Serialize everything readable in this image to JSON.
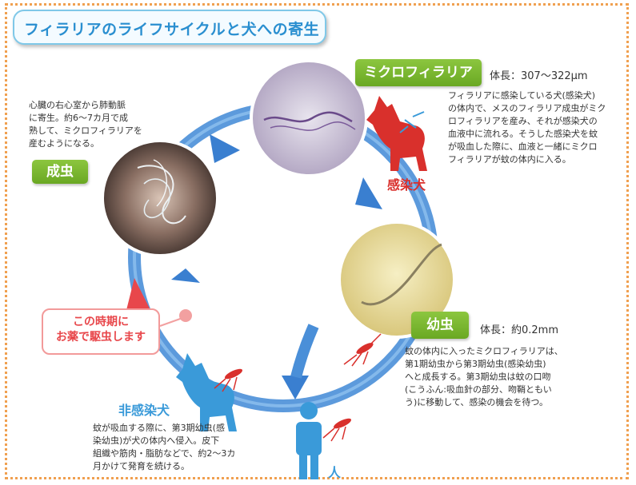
{
  "title": "フィラリアのライフサイクルと犬への寄生",
  "adult": {
    "label": "成虫",
    "description": "心臓の右心室から肺動脈\nに寄生。約6〜7カ月で成\n熟して、ミクロフィラリアを\n産むようになる。"
  },
  "microfilaria": {
    "label": "ミクロフィラリア",
    "body_length": "体長：307〜322μm",
    "description": "フィラリアに感染している犬(感染犬)\nの体内で、メスのフィラリア成虫がミク\nロフィラリアを産み、それが感染犬の\n血液中に流れる。そうした感染犬を蚊\nが吸血した際に、血液と一緒にミクロ\nフィラリアが蚊の体内に入る。"
  },
  "infected_dog": {
    "label": "感染犬"
  },
  "larva": {
    "label": "幼虫",
    "body_length": "体長：約0.2mm",
    "description": "蚊の体内に入ったミクロフィラリアは、\n第1期幼虫から第3期幼虫(感染幼虫)\nへと成長する。第3期幼虫は蚊の口吻\n(こうふん:吸血針の部分、吻鞘ともい\nう)に移動して、感染の機会を待つ。"
  },
  "uninfected_dog": {
    "label": "非感染犬",
    "description": "蚊が吸血する際に、第3期幼虫(感\n染幼虫)が犬の体内へ侵入。皮下\n組織や筋肉・脂肪などで、約2〜3カ\n月かけて発育を続ける。"
  },
  "human": {
    "label": "人"
  },
  "alert": {
    "text": "この時期に\nお薬で駆虫します"
  },
  "colors": {
    "cycle_ring": "#4a8fd8",
    "label_green": "#7bb832",
    "infected_red": "#d9302c",
    "uninfected_blue": "#3a9ad9",
    "title_blue": "#2a8fd0",
    "alert_red": "#e8474b"
  },
  "icons": [
    "dog-red-icon",
    "mosquito-icon",
    "dog-blue-icon",
    "human-icon",
    "exclamation-icon"
  ]
}
